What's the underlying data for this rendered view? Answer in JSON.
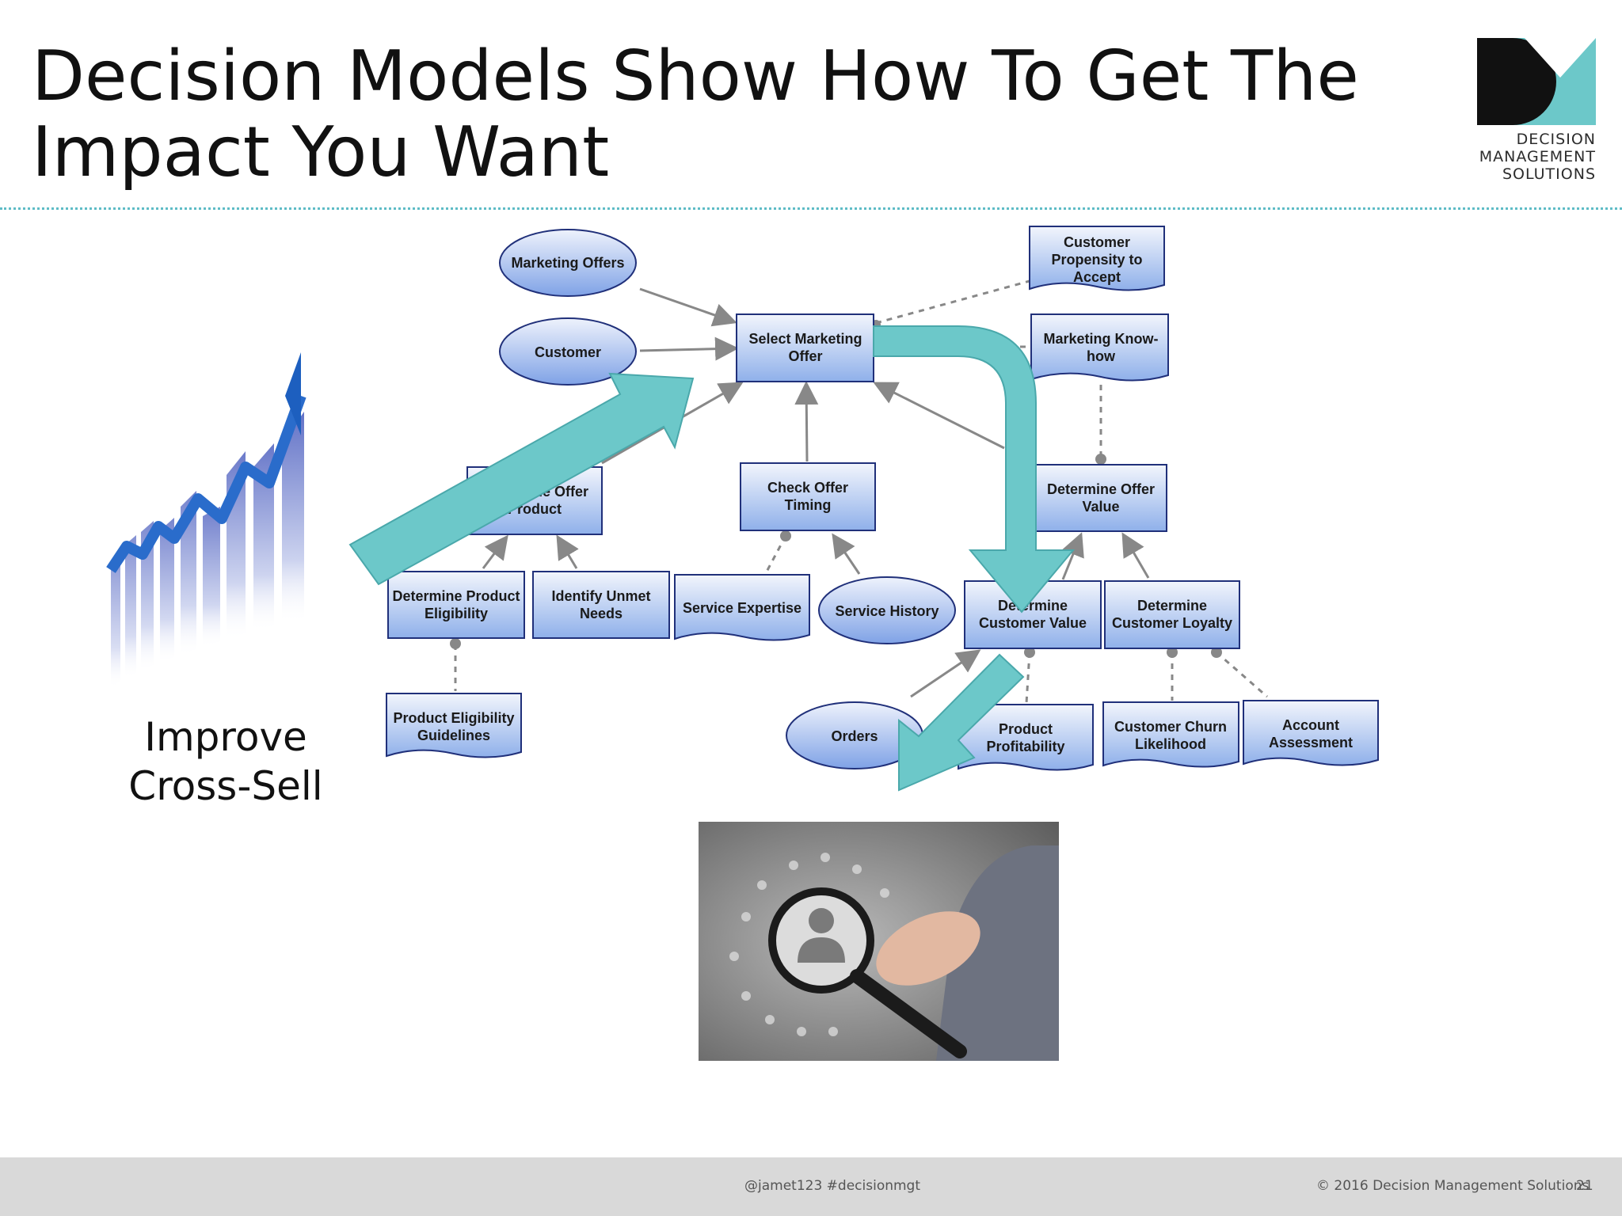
{
  "title": "Decision Models Show How To Get The Impact You Want",
  "logo": {
    "text_lines": [
      "DECISION",
      "MANAGEMENT",
      "SOLUTIONS"
    ],
    "colors": {
      "dark": "#111111",
      "teal": "#6cc8c9"
    }
  },
  "improve": {
    "line1": "Improve",
    "line2": "Cross-Sell"
  },
  "diagram": {
    "nodes": {
      "marketing_offers": {
        "lines": [
          "Marketing Offers"
        ]
      },
      "customer": {
        "lines": [
          "Customer"
        ]
      },
      "select_offer": {
        "lines": [
          "Select Marketing",
          "Offer"
        ]
      },
      "propensity": {
        "lines": [
          "Customer",
          "Propensity to",
          "Accept"
        ]
      },
      "know_how": {
        "lines": [
          "Marketing Know-",
          "how"
        ]
      },
      "determine_offer_product": {
        "lines": [
          "Determine Offer",
          "Product"
        ]
      },
      "check_timing": {
        "lines": [
          "Check Offer",
          "Timing"
        ]
      },
      "determine_offer_value": {
        "lines": [
          "Determine Offer",
          "Value"
        ]
      },
      "product_eligibility": {
        "lines": [
          "Determine Product",
          "Eligibility"
        ]
      },
      "unmet_needs": {
        "lines": [
          "Identify Unmet",
          "Needs"
        ]
      },
      "service_expertise": {
        "lines": [
          "Service Expertise"
        ]
      },
      "service_history": {
        "lines": [
          "Service History"
        ]
      },
      "customer_value": {
        "lines": [
          "Determine",
          "Customer Value"
        ]
      },
      "customer_loyalty": {
        "lines": [
          "Determine",
          "Customer Loyalty"
        ]
      },
      "eligibility_guidelines": {
        "lines": [
          "Product Eligibility",
          "Guidelines"
        ]
      },
      "orders": {
        "lines": [
          "Orders"
        ]
      },
      "product_profitability": {
        "lines": [
          "Product",
          "Profitability"
        ]
      },
      "churn": {
        "lines": [
          "Customer Churn",
          "Likelihood"
        ]
      },
      "account_assessment": {
        "lines": [
          "Account",
          "Assessment"
        ]
      }
    },
    "colors": {
      "node_fill_top": "#f2f5fc",
      "node_fill_bottom": "#8fb0ea",
      "node_stroke": "#20307a",
      "teal_arrow": "#6cc8c9",
      "connector": "#888888"
    }
  },
  "footer": {
    "handle": "@jamet123 #decisionmgt",
    "copyright": "© 2016 Decision Management Solutions",
    "page": "21"
  }
}
